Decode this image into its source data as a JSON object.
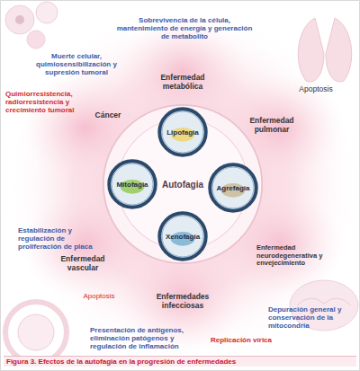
{
  "diagram": {
    "caption": "Figura 3. Efectos de la autofagia en la progresión de enfermedades",
    "nodes": [
      {
        "text": [
          "Autofagia"
        ]
      },
      {
        "text": [
          "Lipofagia"
        ],
        "in": 0
      },
      {
        "text": [
          "Mitofagia"
        ],
        "in": 0
      },
      {
        "text": [
          "Agrefagia"
        ],
        "in": 0
      },
      {
        "text": [
          "Xenofagia"
        ],
        "in": 0
      }
    ],
    "labels": [
      "Sobrevivencia de la célula, mantenimiento de energía y generación de metabolito",
      "Muerte celular, quimiosensibilización y supresión tumoral",
      "Enfermedad metabólica",
      "Apoptosis",
      "Quimiorresistencia, radiorresistencia y crecimiento tumoral",
      "Cáncer",
      "Enfermedad pulmonar",
      "Estabilización y regulación de proliferación de placa",
      "Enfermedad neurodegenerativa y envejecimiento",
      "Enfermedad vascular",
      "Apoptosis",
      "Enfermedades infecciosas",
      "Depuración general y conservación de la mitocondria",
      "Presentación de antígenos, eliminación patógenos y regulación de inflamación",
      "Replicación vírica"
    ]
  }
}
